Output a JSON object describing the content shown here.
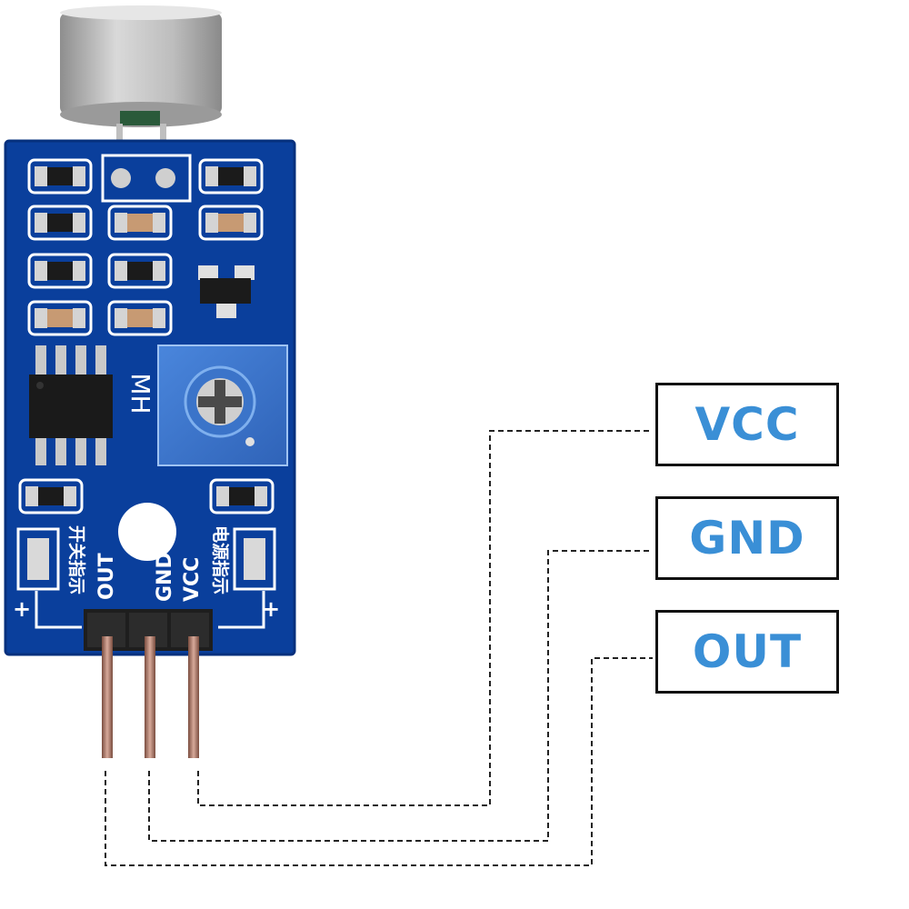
{
  "board": {
    "silk_pot": "MH",
    "silk_left": "开关指示",
    "silk_right": "电源指示",
    "silk_plus_left": "+",
    "silk_plus_right": "+",
    "silk_out": "OUT",
    "silk_gnd": "GND",
    "silk_vcc": "VCC"
  },
  "labels": {
    "vcc": "VCC",
    "gnd": "GND",
    "out": "OUT"
  },
  "colors": {
    "pcb": "#0a3f9c",
    "pcb_dark": "#06307d",
    "label_text": "#3a8fd6",
    "label_border": "#111111",
    "wire": "#222222",
    "potentiometer": "#3b74c9",
    "pin": "#b07a66"
  }
}
